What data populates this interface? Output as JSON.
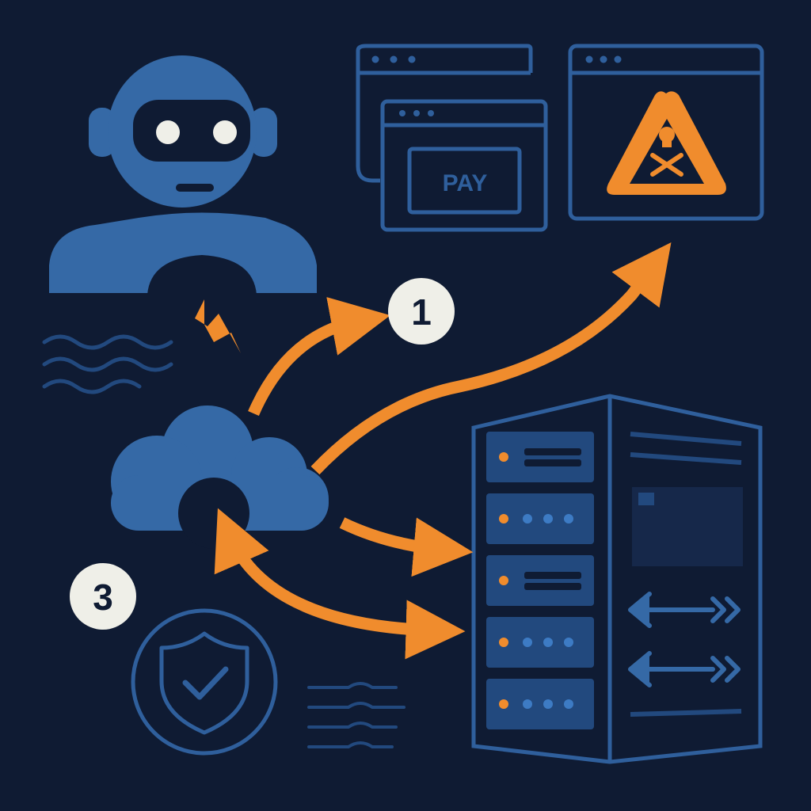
{
  "colors": {
    "background": "#0f1b33",
    "blue": "#3569a6",
    "blue_dark": "#22497e",
    "line_blue": "#2f5f9c",
    "orange": "#f08c2d",
    "badge_fill": "#efefe8",
    "badge_text": "#0f1b33"
  },
  "windows": {
    "pay_button_label": "PAY"
  },
  "warning": {
    "icon": "skull-crossbones-icon"
  },
  "badges": [
    {
      "label": "1"
    },
    {
      "label": "3"
    }
  ],
  "icons": [
    "robot-icon",
    "cloud-icon",
    "server-rack-icon",
    "shield-check-icon",
    "browser-window-icon",
    "warning-triangle-icon",
    "lightning-icon",
    "wave-lines-icon",
    "bidirectional-arrow-icon"
  ]
}
